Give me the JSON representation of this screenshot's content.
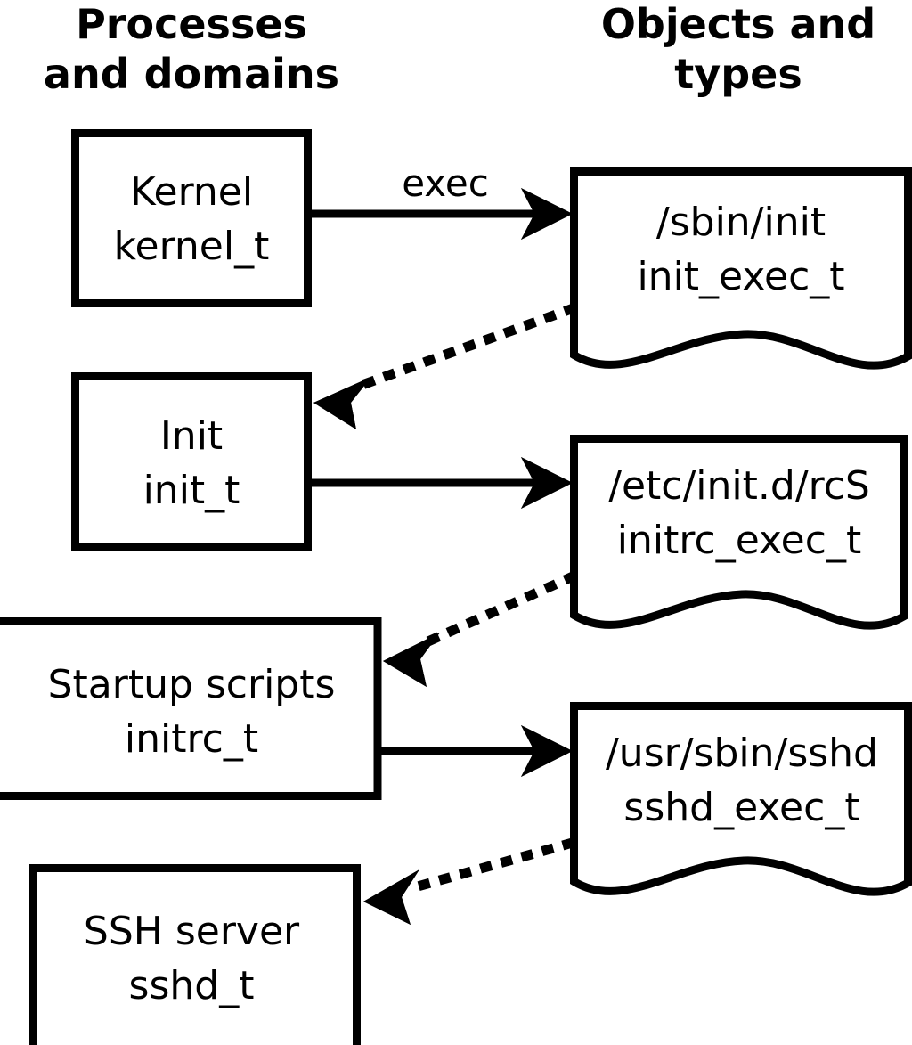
{
  "diagram": {
    "title": "SELinux process domains and object types transition diagram",
    "background_color": "#ffffff",
    "stroke_color": "#000000",
    "columns": [
      {
        "id": "processes",
        "header_line1": "Processes",
        "header_line2": "and domains"
      },
      {
        "id": "objects",
        "header_line1": "Objects and",
        "header_line2": "types"
      }
    ],
    "process_nodes": [
      {
        "id": "kernel",
        "line1": "Kernel",
        "line2": "kernel_t"
      },
      {
        "id": "init",
        "line1": "Init",
        "line2": "init_t"
      },
      {
        "id": "initrc",
        "line1": "Startup scripts",
        "line2": "initrc_t"
      },
      {
        "id": "sshd",
        "line1": "SSH server",
        "line2": "sshd_t"
      }
    ],
    "object_nodes": [
      {
        "id": "init_exec",
        "line1": "/sbin/init",
        "line2": "init_exec_t"
      },
      {
        "id": "initrc_exec",
        "line1": "/etc/init.d/rcS",
        "line2": "initrc_exec_t"
      },
      {
        "id": "sshd_exec",
        "line1": "/usr/sbin/sshd",
        "line2": "sshd_exec_t"
      }
    ],
    "edges": [
      {
        "id": "kernel-exec-init_exec",
        "from": "kernel",
        "to": "init_exec",
        "style": "solid",
        "label": "exec"
      },
      {
        "id": "init_exec-transition-init",
        "from": "init_exec",
        "to": "init",
        "style": "dotted",
        "label": ""
      },
      {
        "id": "init-exec-initrc_exec",
        "from": "init",
        "to": "initrc_exec",
        "style": "solid",
        "label": ""
      },
      {
        "id": "initrc_exec-transition-initrc",
        "from": "initrc_exec",
        "to": "initrc",
        "style": "dotted",
        "label": ""
      },
      {
        "id": "initrc-exec-sshd_exec",
        "from": "initrc",
        "to": "sshd_exec",
        "style": "solid",
        "label": ""
      },
      {
        "id": "sshd_exec-transition-sshd",
        "from": "sshd_exec",
        "to": "sshd",
        "style": "dotted",
        "label": ""
      }
    ]
  }
}
